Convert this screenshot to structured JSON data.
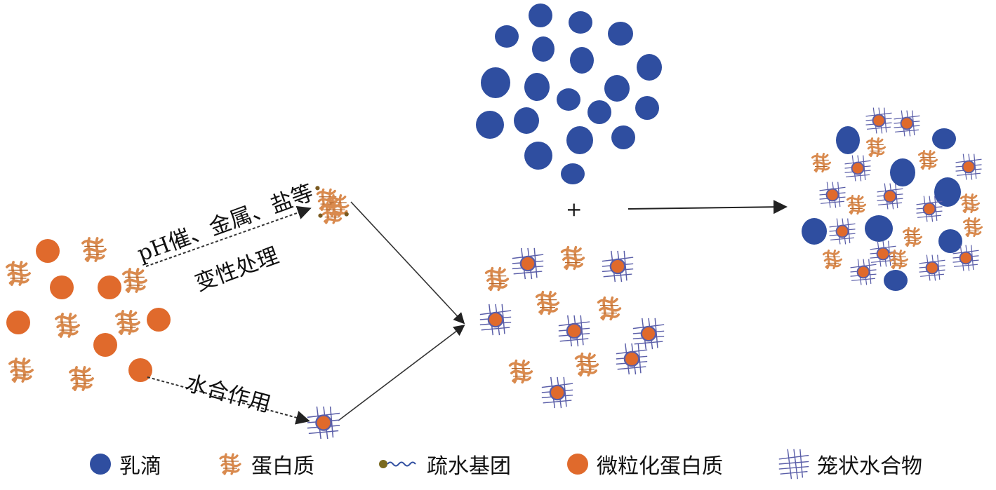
{
  "labels": {
    "treatment_line1": "pH催、金属、盐等",
    "treatment_line2": "变性处理",
    "hydration": "水合作用",
    "plus": "+"
  },
  "legend": [
    {
      "name": "emulsion-droplet",
      "text": "乳滴",
      "icon": "blue-circle-icon"
    },
    {
      "name": "protein",
      "text": "蛋白质",
      "icon": "protein-chain-icon"
    },
    {
      "name": "hydrophobic-group",
      "text": "疏水基团",
      "icon": "hydrophobic-group-icon"
    },
    {
      "name": "microparticulated-protein",
      "text": "微粒化蛋白质",
      "icon": "orange-circle-icon"
    },
    {
      "name": "cage-hydrate",
      "text": "笼状水合物",
      "icon": "cage-hydrate-icon"
    }
  ],
  "colors": {
    "droplet": "#2f4ea0",
    "particle": "#e06a2c",
    "protein": "#d98a4e",
    "cage": "#5a5ea8",
    "arrow": "#222222"
  }
}
